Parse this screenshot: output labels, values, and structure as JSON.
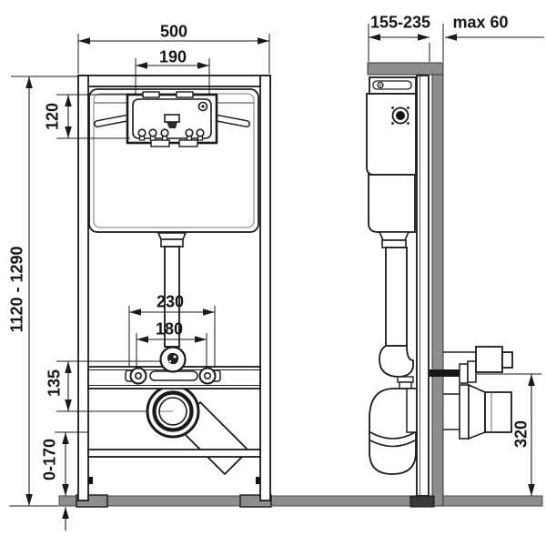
{
  "dimensions": {
    "front": {
      "overall_width": "500",
      "access_panel_width": "190",
      "access_panel_height": "120",
      "frame_height_range": "1120 - 1290",
      "outer_fixing_spacing": "230",
      "bolt_spacing": "180",
      "flush_to_outlet_drop": "135",
      "foot_adjustment_range": "0-170"
    },
    "side": {
      "depth_range": "155-235",
      "max_wall_finish": "max 60",
      "outlet_height": "320"
    }
  },
  "colors": {
    "line": "#1a1a1a",
    "masonry_gray": "#8d8d8d",
    "dark_fill": "#151515",
    "background": "#ffffff"
  }
}
